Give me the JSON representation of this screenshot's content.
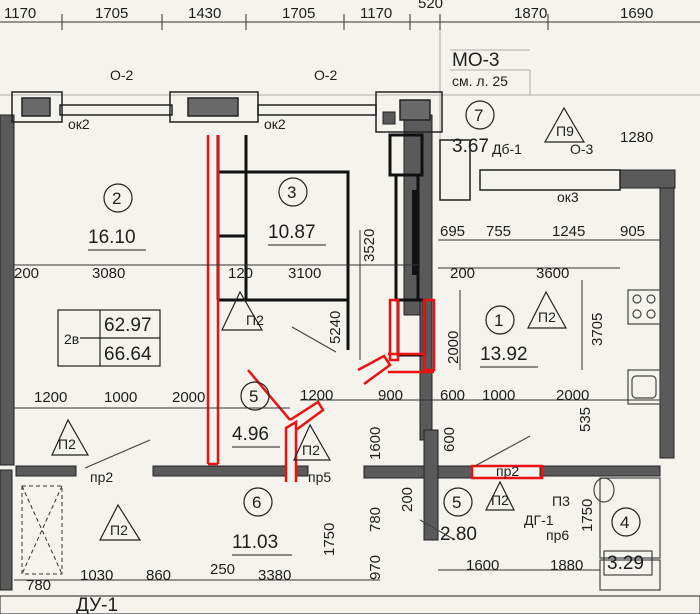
{
  "top_dims": [
    "1170",
    "1705",
    "1430",
    "1705",
    "1170",
    "520",
    "1870",
    "1690"
  ],
  "labels": {
    "o2_left": "О-2",
    "o2_mid": "О-2",
    "ok2_left": "ок2",
    "ok2_mid": "ок2",
    "mo3": "МО-3",
    "mo3_ref": "см. л. 25",
    "p9": "П9",
    "db1": "Дб-1",
    "o3": "О-3",
    "ok3": "ок3",
    "pr2_left": "пр2",
    "pr5": "пр5",
    "pr2_bath": "пр2",
    "dg1": "ДГ-1",
    "pr6": "пр6",
    "du1": "ДУ-1"
  },
  "rooms": {
    "r2": {
      "num": "2",
      "area": "16.10",
      "finish": "П2"
    },
    "r3": {
      "num": "3",
      "area": "10.87"
    },
    "r7": {
      "num": "7",
      "area": "3.67"
    },
    "r1": {
      "num": "1",
      "area": "13.92",
      "finish": "П2"
    },
    "r5a": {
      "num": "5",
      "area": "4.96",
      "finish": "П2"
    },
    "r6": {
      "num": "6",
      "area": "11.03",
      "finish": "П2"
    },
    "r5b": {
      "num": "5",
      "area": "2.80",
      "finish": "П2"
    },
    "r4": {
      "num": "4",
      "area": "3.29",
      "finish": "П3"
    }
  },
  "apartment": {
    "rooms": "2в",
    "area_living": "62.97",
    "area_total": "66.64"
  },
  "room3_finish": "П2",
  "dims": {
    "d1280": "1280",
    "d695": "695",
    "d755": "755",
    "d1245": "1245",
    "d905": "905",
    "d200a": "200",
    "d3080": "3080",
    "d120": "120",
    "d3100": "3100",
    "d3520": "3520",
    "d200b": "200",
    "d3600": "3600",
    "d3705": "3705",
    "d5240": "5240",
    "d2000v": "2000",
    "d1200a": "1200",
    "d1000a": "1000",
    "d2000a": "2000",
    "d1200b": "1200",
    "d900": "900",
    "d600a": "600",
    "d1000b": "1000",
    "d2000b": "2000",
    "d535": "535",
    "d1600v": "1600",
    "d600v": "600",
    "d200v": "200",
    "d780v": "780",
    "d1750a": "1750",
    "d1750b": "1750",
    "d970": "970",
    "d780": "780",
    "d1030": "1030",
    "d860": "860",
    "d250": "250",
    "d3380": "3380",
    "d1600": "1600",
    "d1880": "1880"
  }
}
